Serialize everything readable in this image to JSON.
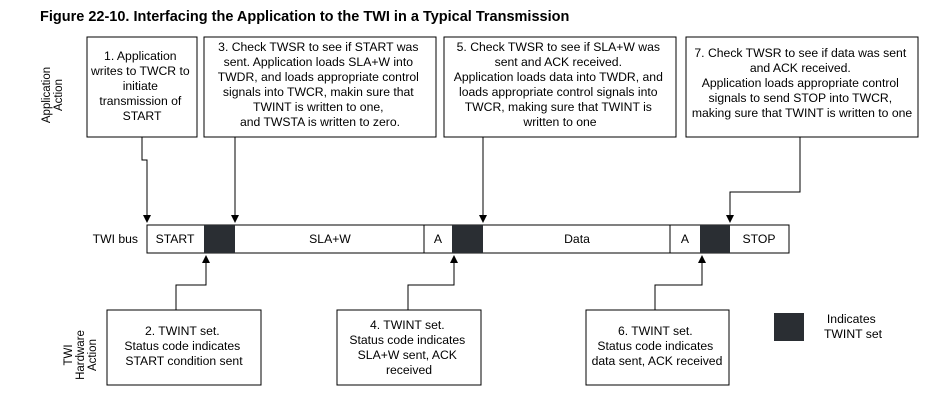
{
  "title": "Figure 22-10.  Interfacing the Application to the TWI in a Typical Transmission",
  "side_labels": {
    "application": [
      "Application",
      "Action"
    ],
    "hardware": [
      "TWI",
      "Hardware",
      "Action"
    ]
  },
  "bus": {
    "label": "TWI bus",
    "segments": [
      "START",
      "SLA+W",
      "A",
      "Data",
      "A",
      "STOP"
    ]
  },
  "app_boxes": [
    {
      "step": 1,
      "lines": [
        "1. Application",
        "writes to TWCR to",
        "initiate",
        "transmission of",
        "START"
      ]
    },
    {
      "step": 3,
      "lines": [
        "3. Check TWSR to see if START was",
        "sent. Application loads SLA+W into",
        "TWDR, and loads appropriate control",
        "signals into TWCR, makin sure that",
        "TWINT is written to one,",
        "and TWSTA is written to zero."
      ]
    },
    {
      "step": 5,
      "lines": [
        "5. Check TWSR to see if SLA+W was",
        "sent and ACK received.",
        "Application loads data into TWDR, and",
        "loads appropriate control signals into",
        "TWCR, making sure that TWINT is",
        "written to one"
      ]
    },
    {
      "step": 7,
      "lines": [
        "7. Check TWSR to see if data was sent",
        "and ACK received.",
        "Application loads appropriate control",
        "signals to send STOP into TWCR,",
        "making sure that TWINT is written to one"
      ]
    }
  ],
  "hw_boxes": [
    {
      "step": 2,
      "lines": [
        "2. TWINT set.",
        "Status code indicates",
        "START condition sent"
      ]
    },
    {
      "step": 4,
      "lines": [
        "4. TWINT set.",
        "Status code indicates",
        "SLA+W sent, ACK",
        "received"
      ]
    },
    {
      "step": 6,
      "lines": [
        "6. TWINT set.",
        "Status code indicates",
        "data sent, ACK received"
      ]
    }
  ],
  "legend": {
    "lines": [
      "Indicates",
      "TWINT set"
    ],
    "color": "#2a2e33"
  },
  "colors": {
    "twint_block": "#2a2e33",
    "line": "#000000"
  }
}
